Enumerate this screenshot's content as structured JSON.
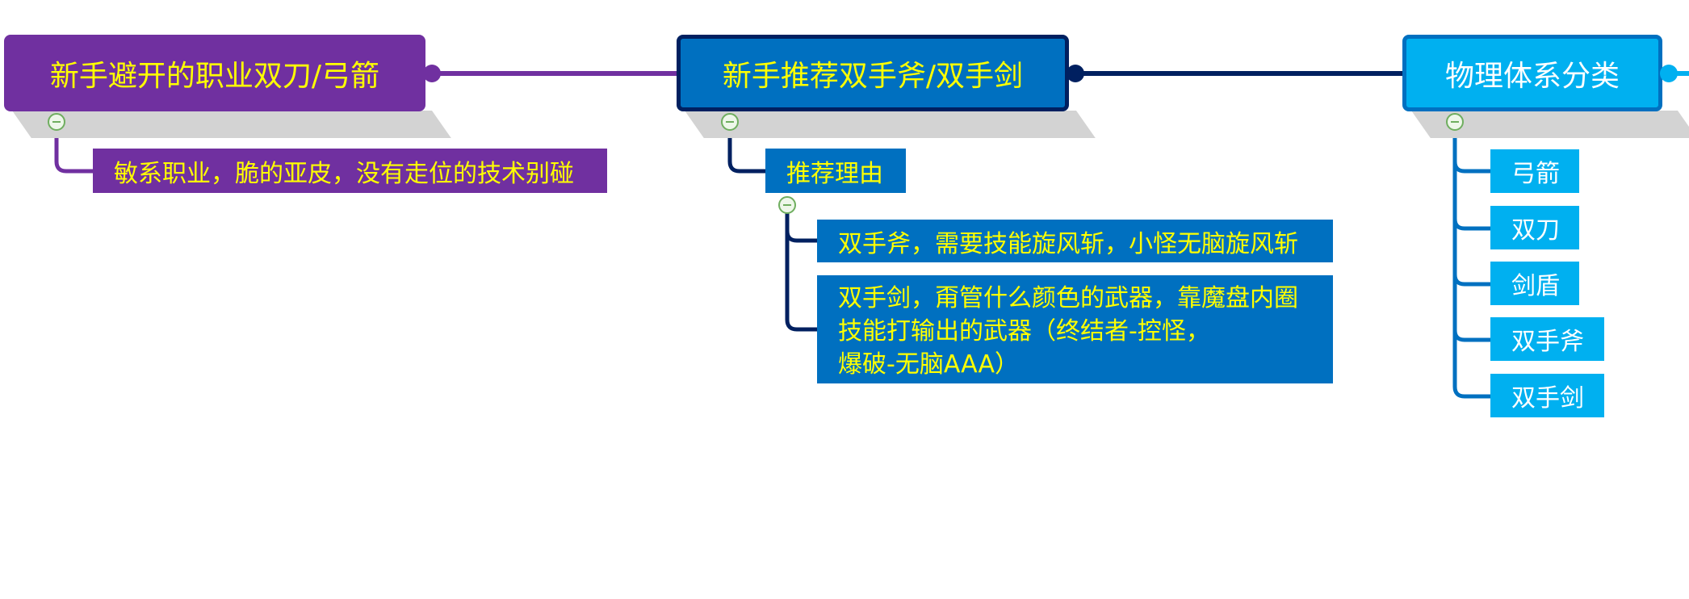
{
  "topics": [
    {
      "label": "新手避开的职业双刀/弓箭",
      "color": "#7030a0",
      "text_color": "#ffff00",
      "children": [
        {
          "label": "敏系职业，脆的亚皮，没有走位的技术别碰"
        }
      ]
    },
    {
      "label": "新手推荐双手斧/双手剑",
      "color": "#0070c0",
      "border_color": "#002060",
      "text_color": "#ffff00",
      "children": [
        {
          "label": "推荐理由",
          "children": [
            {
              "label": "双手斧，需要技能旋风斩，小怪无脑旋风斩"
            },
            {
              "lines": [
                "双手剑，甭管什么颜色的武器，靠魔盘内圈",
                "技能打输出的武器（终结者-控怪，",
                "爆破-无脑AAA）"
              ]
            }
          ]
        }
      ]
    },
    {
      "label": "物理体系分类",
      "color": "#00b0f0",
      "border_color": "#0070c0",
      "text_color": "#ffffff",
      "children": [
        {
          "label": "弓箭"
        },
        {
          "label": "双刀"
        },
        {
          "label": "剑盾"
        },
        {
          "label": "双手斧"
        },
        {
          "label": "双手剑"
        }
      ]
    }
  ],
  "colors": {
    "purple": "#7030a0",
    "blue": "#0070c0",
    "navy": "#002060",
    "cyan": "#00b0f0",
    "yellow": "#ffff00",
    "white": "#ffffff",
    "toggle_green": "#6fae5f"
  }
}
